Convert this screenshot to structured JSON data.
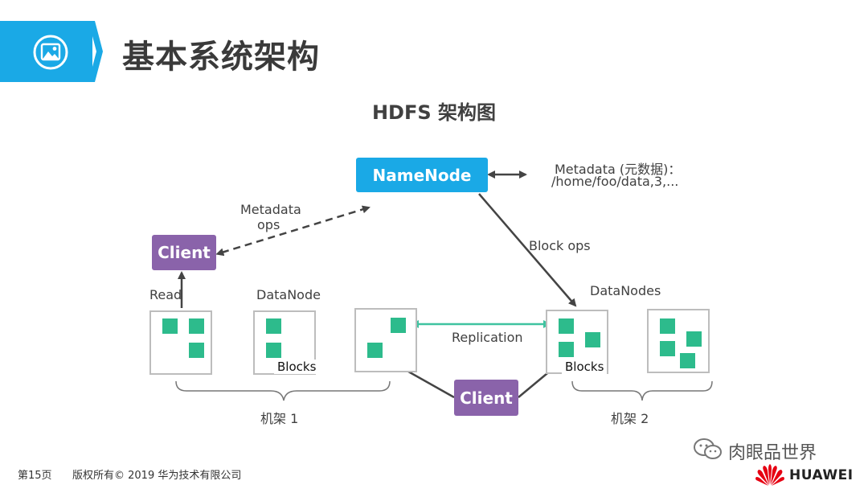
{
  "header": {
    "title": "基本系统架构",
    "icon": "image-icon",
    "accent_color": "#1aa9e6"
  },
  "diagram": {
    "title": "HDFS 架构图",
    "namenode_label": "NameNode",
    "metadata_note_line1": "Metadata (元数据)：",
    "metadata_note_line2": "/home/foo/data,3,...",
    "metadata_ops_line1": "Metadata",
    "metadata_ops_line2": "ops",
    "client_top_label": "Client",
    "client_bottom_label": "Client",
    "read_label": "Read",
    "datanode_label": "DataNode",
    "datanodes_label": "DataNodes",
    "block_ops_label": "Block ops",
    "replication_label": "Replication",
    "blocks_label_1": "Blocks",
    "blocks_label_2": "Blocks",
    "rack1_label": "机架  1",
    "rack2_label": "机架  2",
    "colors": {
      "namenode": "#1aa9e6",
      "client": "#8a63aa",
      "block": "#2dbb8c",
      "replication": "#3fc3a0"
    }
  },
  "footer": {
    "page": "第15页",
    "copyright": "版权所有© 2019 华为技术有限公司",
    "watermark": "肉眼品世界",
    "brand": "HUAWEI"
  }
}
